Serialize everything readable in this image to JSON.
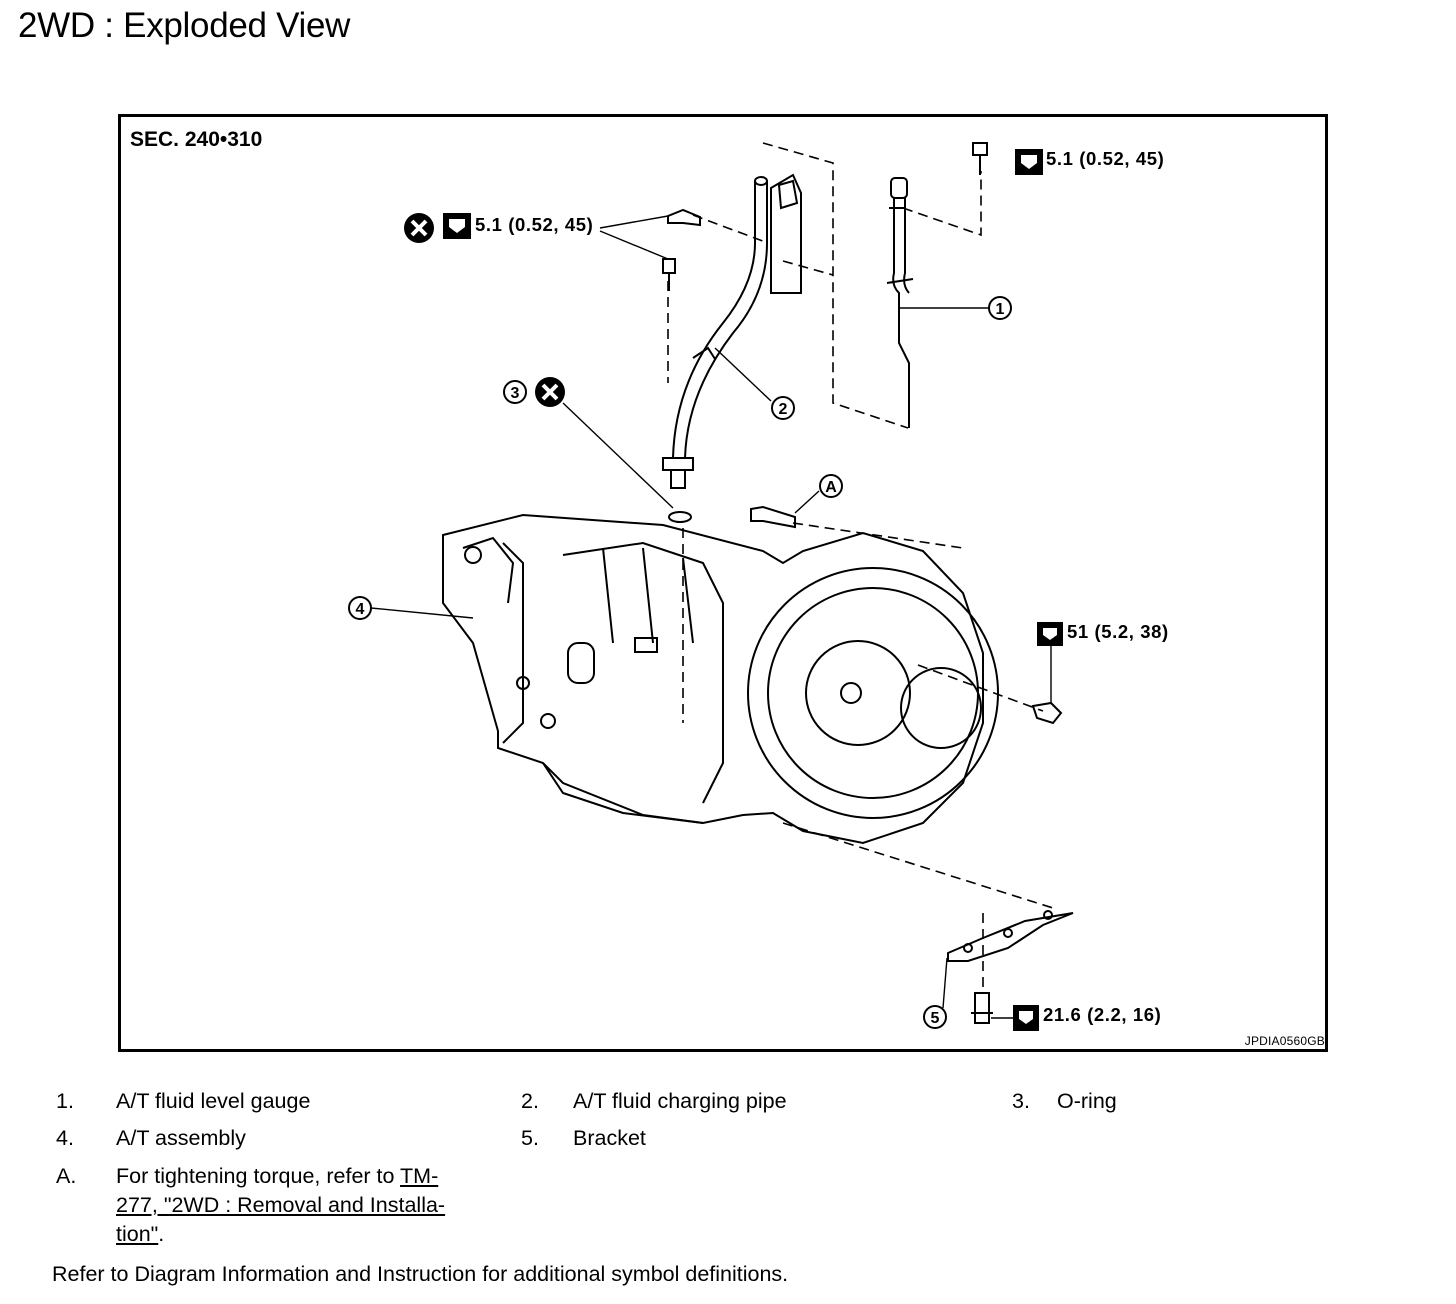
{
  "title": "2WD : Exploded View",
  "section": "SEC. 240•310",
  "image_code": "JPDIA0560GB",
  "torques": {
    "t1": "5.1 (0.52, 45)",
    "t2": "5.1 (0.52, 45)",
    "t3": "51 (5.2, 38)",
    "t4": "21.6 (2.2, 16)"
  },
  "callouts": [
    "1",
    "2",
    "3",
    "4",
    "5",
    "A"
  ],
  "legend": [
    {
      "num": "1.",
      "text": "A/T fluid level gauge"
    },
    {
      "num": "2.",
      "text": "A/T fluid charging pipe"
    },
    {
      "num": "3.",
      "text": "O-ring"
    },
    {
      "num": "4.",
      "text": "A/T assembly"
    },
    {
      "num": "5.",
      "text": "Bracket"
    }
  ],
  "note": {
    "num": "A.",
    "line1_prefix": "For tightening torque, refer to ",
    "line1_link": "TM-",
    "line2_link": "277, \"2WD : Removal and Installa-",
    "line3_link": "tion\"",
    "line3_suffix": "."
  },
  "footer": "Refer to Diagram Information and Instruction for additional symbol definitions."
}
